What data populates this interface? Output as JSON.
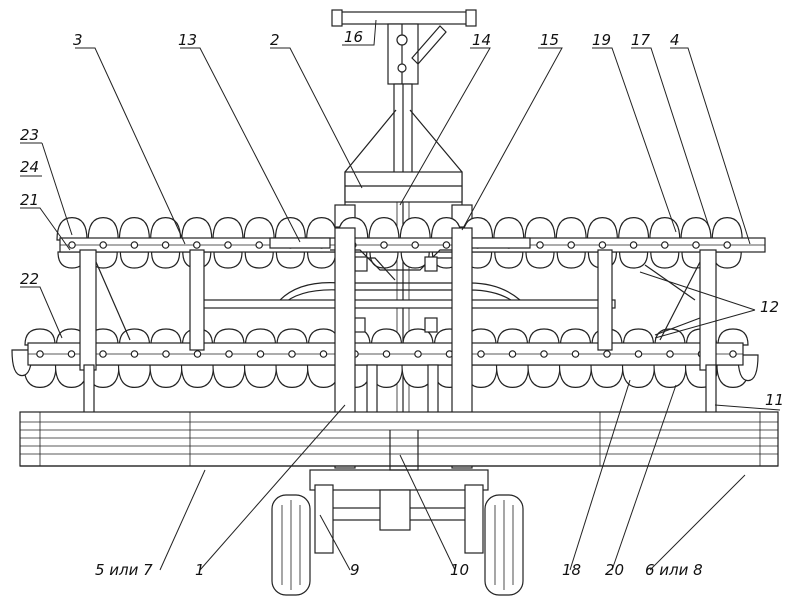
{
  "labels": [
    {
      "id": "l1",
      "text": "1"
    },
    {
      "id": "l2",
      "text": "2"
    },
    {
      "id": "l3",
      "text": "3"
    },
    {
      "id": "l4",
      "text": "4"
    },
    {
      "id": "l5",
      "text": "5 или 7"
    },
    {
      "id": "l6",
      "text": "6 или 8"
    },
    {
      "id": "l9",
      "text": "9"
    },
    {
      "id": "l10",
      "text": "10"
    },
    {
      "id": "l11",
      "text": "11"
    },
    {
      "id": "l12",
      "text": "12"
    },
    {
      "id": "l13",
      "text": "13"
    },
    {
      "id": "l14",
      "text": "14"
    },
    {
      "id": "l15",
      "text": "15"
    },
    {
      "id": "l16",
      "text": "16"
    },
    {
      "id": "l17",
      "text": "17"
    },
    {
      "id": "l18",
      "text": "18"
    },
    {
      "id": "l19",
      "text": "19"
    },
    {
      "id": "l20",
      "text": "20"
    },
    {
      "id": "l21",
      "text": "21"
    },
    {
      "id": "l22",
      "text": "22"
    },
    {
      "id": "l23",
      "text": "23"
    },
    {
      "id": "l24",
      "text": "24"
    }
  ]
}
